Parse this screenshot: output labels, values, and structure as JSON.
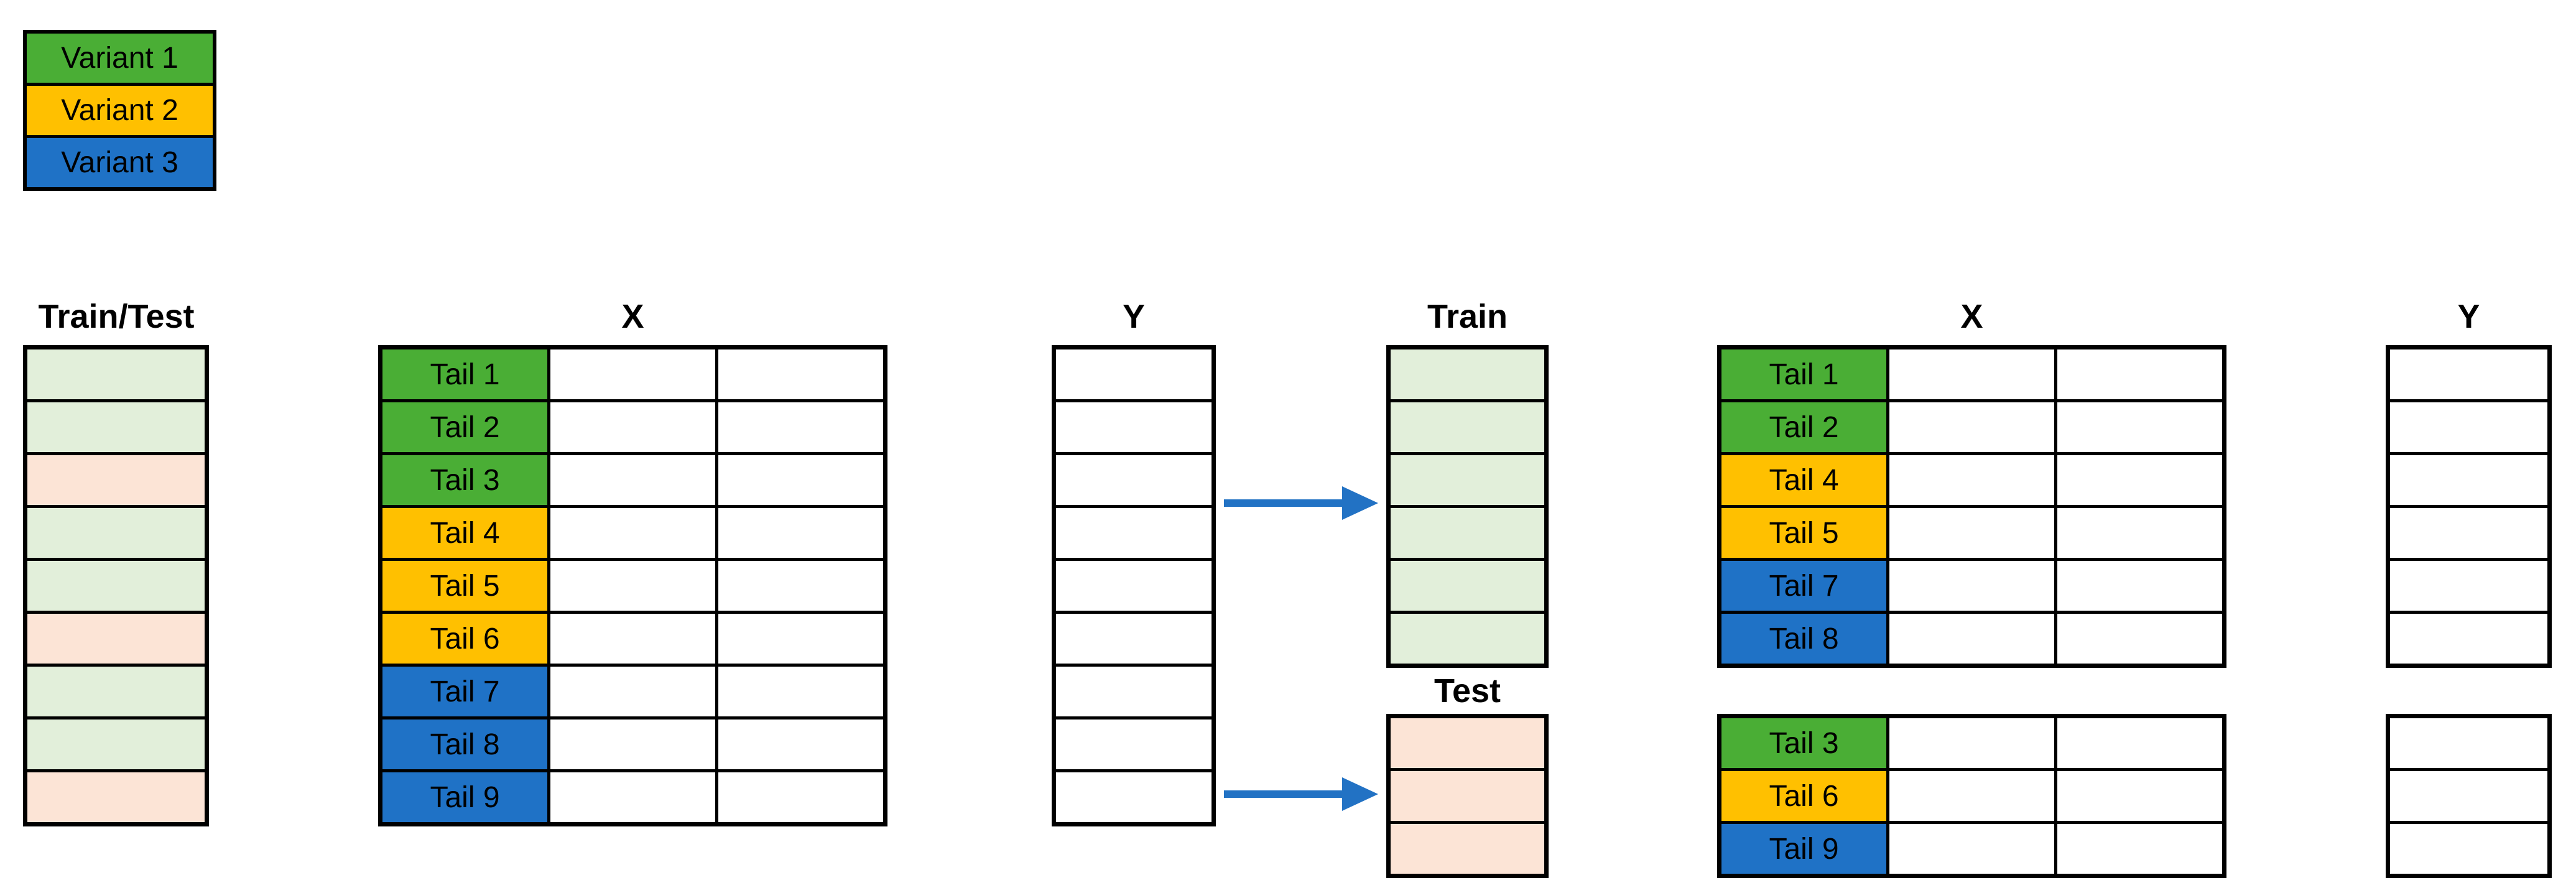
{
  "colors": {
    "variant1": "#4AAE35",
    "variant2": "#FFC000",
    "variant3": "#1F72C6",
    "train_fill": "#E2EFDA",
    "test_fill": "#FCE4D6",
    "arrow": "#2272C4",
    "border": "#000000",
    "background": "#FFFFFF"
  },
  "legend": {
    "items": [
      {
        "label": "Variant 1",
        "color": "#4AAE35"
      },
      {
        "label": "Variant 2",
        "color": "#FFC000"
      },
      {
        "label": "Variant 3",
        "color": "#1F72C6"
      }
    ]
  },
  "headers": {
    "train_test": "Train/Test",
    "x": "X",
    "y": "Y",
    "train": "Train",
    "test": "Test"
  },
  "split_column": {
    "row_colors": [
      "#E2EFDA",
      "#E2EFDA",
      "#FCE4D6",
      "#E2EFDA",
      "#E2EFDA",
      "#FCE4D6",
      "#E2EFDA",
      "#E2EFDA",
      "#FCE4D6"
    ]
  },
  "x_full": {
    "rows": [
      {
        "label": "Tail 1",
        "color": "#4AAE35"
      },
      {
        "label": "Tail 2",
        "color": "#4AAE35"
      },
      {
        "label": "Tail 3",
        "color": "#4AAE35"
      },
      {
        "label": "Tail 4",
        "color": "#FFC000"
      },
      {
        "label": "Tail 5",
        "color": "#FFC000"
      },
      {
        "label": "Tail 6",
        "color": "#FFC000"
      },
      {
        "label": "Tail 7",
        "color": "#1F72C6"
      },
      {
        "label": "Tail 8",
        "color": "#1F72C6"
      },
      {
        "label": "Tail 9",
        "color": "#1F72C6"
      }
    ]
  },
  "x_train": {
    "rows": [
      {
        "label": "Tail 1",
        "color": "#4AAE35"
      },
      {
        "label": "Tail 2",
        "color": "#4AAE35"
      },
      {
        "label": "Tail 4",
        "color": "#FFC000"
      },
      {
        "label": "Tail 5",
        "color": "#FFC000"
      },
      {
        "label": "Tail 7",
        "color": "#1F72C6"
      },
      {
        "label": "Tail 8",
        "color": "#1F72C6"
      }
    ]
  },
  "x_test": {
    "rows": [
      {
        "label": "Tail 3",
        "color": "#4AAE35"
      },
      {
        "label": "Tail 6",
        "color": "#FFC000"
      },
      {
        "label": "Tail 9",
        "color": "#1F72C6"
      }
    ]
  }
}
